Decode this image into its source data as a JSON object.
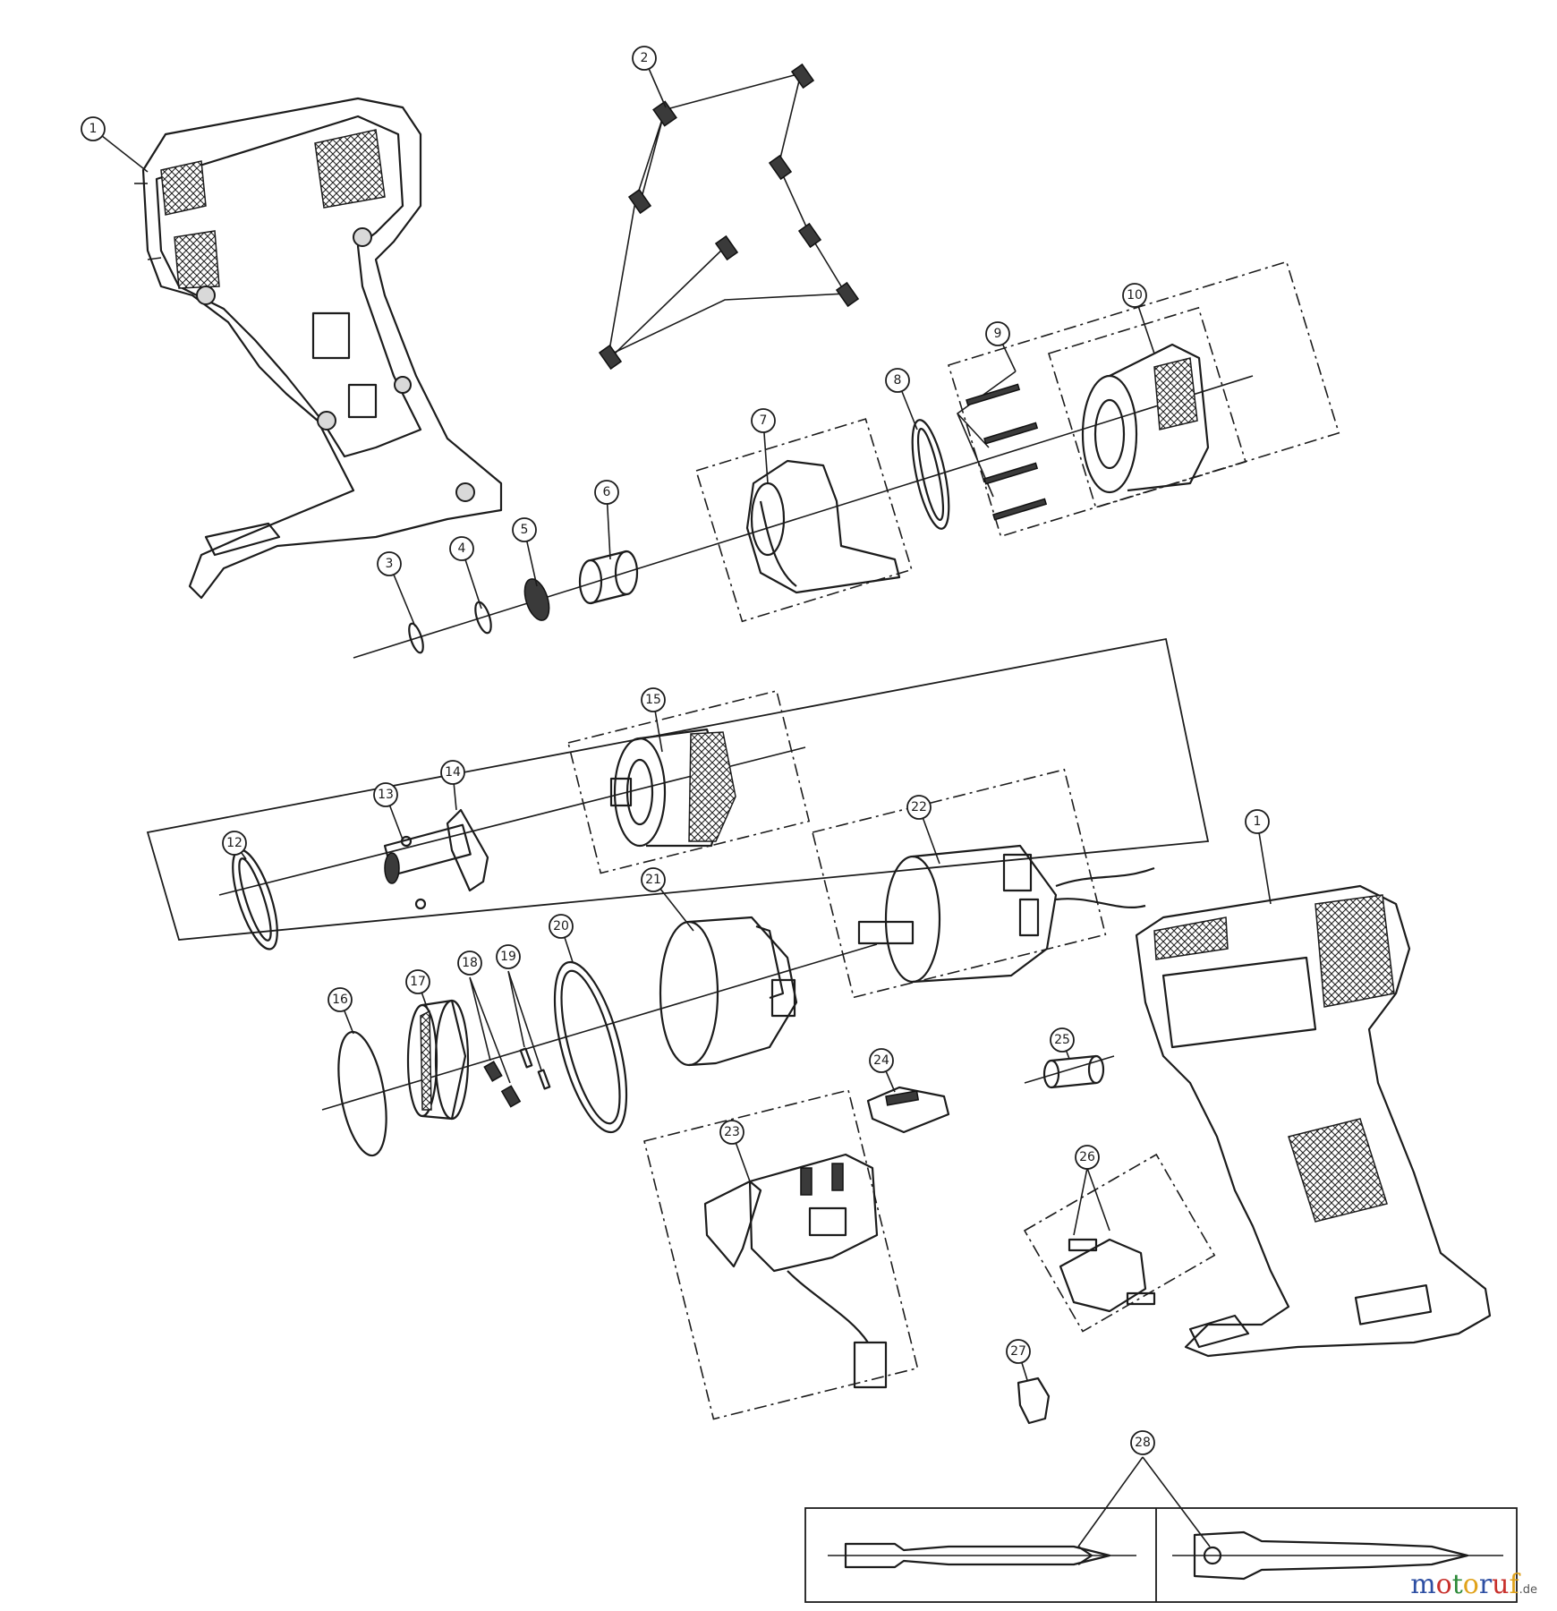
{
  "diagram": {
    "callouts": [
      {
        "id": "c1a",
        "label": "1"
      },
      {
        "id": "c2",
        "label": "2"
      },
      {
        "id": "c3",
        "label": "3"
      },
      {
        "id": "c4",
        "label": "4"
      },
      {
        "id": "c5",
        "label": "5"
      },
      {
        "id": "c6",
        "label": "6"
      },
      {
        "id": "c7",
        "label": "7"
      },
      {
        "id": "c8",
        "label": "8"
      },
      {
        "id": "c9",
        "label": "9"
      },
      {
        "id": "c10",
        "label": "10"
      },
      {
        "id": "c12",
        "label": "12"
      },
      {
        "id": "c13",
        "label": "13"
      },
      {
        "id": "c14",
        "label": "14"
      },
      {
        "id": "c15",
        "label": "15"
      },
      {
        "id": "c16",
        "label": "16"
      },
      {
        "id": "c17",
        "label": "17"
      },
      {
        "id": "c18",
        "label": "18"
      },
      {
        "id": "c19",
        "label": "19"
      },
      {
        "id": "c20",
        "label": "20"
      },
      {
        "id": "c21",
        "label": "21"
      },
      {
        "id": "c22",
        "label": "22"
      },
      {
        "id": "c1b",
        "label": "1"
      },
      {
        "id": "c23",
        "label": "23"
      },
      {
        "id": "c24",
        "label": "24"
      },
      {
        "id": "c25",
        "label": "25"
      },
      {
        "id": "c26",
        "label": "26"
      },
      {
        "id": "c27",
        "label": "27"
      },
      {
        "id": "c28",
        "label": "28"
      }
    ]
  },
  "watermark": {
    "letters": [
      "m",
      "o",
      "t",
      "o",
      "r",
      "u",
      "f"
    ],
    "colors": [
      "#2e4fa3",
      "#c8302c",
      "#2e8b3a",
      "#e0a21a",
      "#2e4fa3",
      "#c8302c",
      "#e0a21a"
    ],
    "suffix": ".de"
  }
}
